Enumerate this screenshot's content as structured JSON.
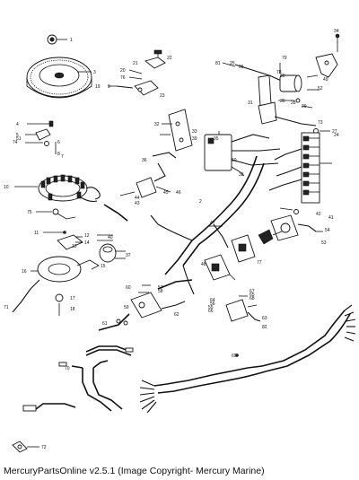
{
  "footer": {
    "text": "MercuryPartsOnline v2.5.1 (Image Copyright- Mercury Marine)"
  },
  "callouts": [
    "1",
    "2",
    "3",
    "4",
    "5",
    "6",
    "7",
    "8",
    "9",
    "10",
    "11",
    "12",
    "13",
    "14",
    "15",
    "16",
    "17",
    "18",
    "19",
    "20",
    "21",
    "22",
    "23",
    "24",
    "25",
    "26",
    "27",
    "28",
    "29",
    "30",
    "31",
    "32",
    "33",
    "34",
    "35",
    "36",
    "37",
    "38",
    "39",
    "40",
    "41",
    "42",
    "43",
    "44",
    "45",
    "46",
    "47",
    "48",
    "49",
    "50",
    "51",
    "52",
    "53",
    "54",
    "55",
    "56",
    "57",
    "58",
    "59",
    "60",
    "61",
    "62",
    "63",
    "64",
    "65",
    "66",
    "67",
    "68",
    "69",
    "70",
    "71",
    "72",
    "73",
    "74",
    "75",
    "76",
    "77",
    "78",
    "79",
    "80",
    "81",
    "82"
  ]
}
